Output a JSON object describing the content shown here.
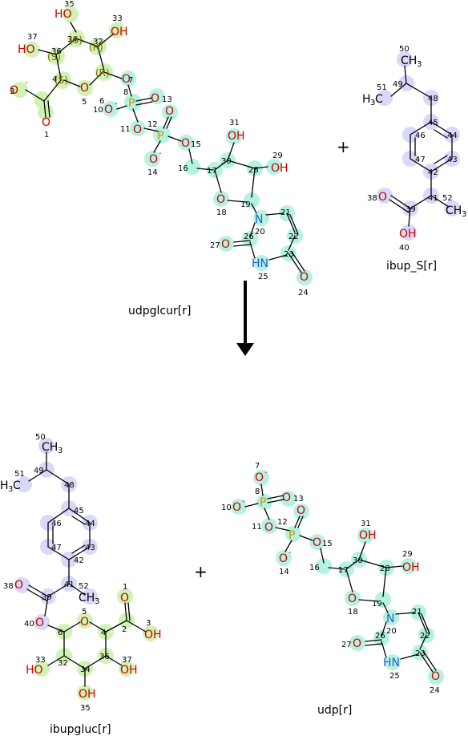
{
  "reaction": {
    "arrow_direction": "down",
    "reactants": [
      {
        "name": "udpglcur[r]",
        "highlight": "#c8f0a8"
      },
      {
        "name": "ibup_S[r]",
        "highlight": "#d4d4f8"
      }
    ],
    "products": [
      {
        "name": "ibupgluc[r]"
      },
      {
        "name": "udp[r]",
        "highlight": "#a8f0dc"
      }
    ],
    "plus_sign": "+"
  },
  "labels": {
    "OH": "OH",
    "HO": "HO",
    "O": "O",
    "Om": "O",
    "minus": "-",
    "P": "P",
    "N": "N",
    "HN": "HN",
    "CH3": "CH",
    "H3C": "H",
    "sub3": "3",
    "S": "(S)",
    "R": "(R)"
  }
}
